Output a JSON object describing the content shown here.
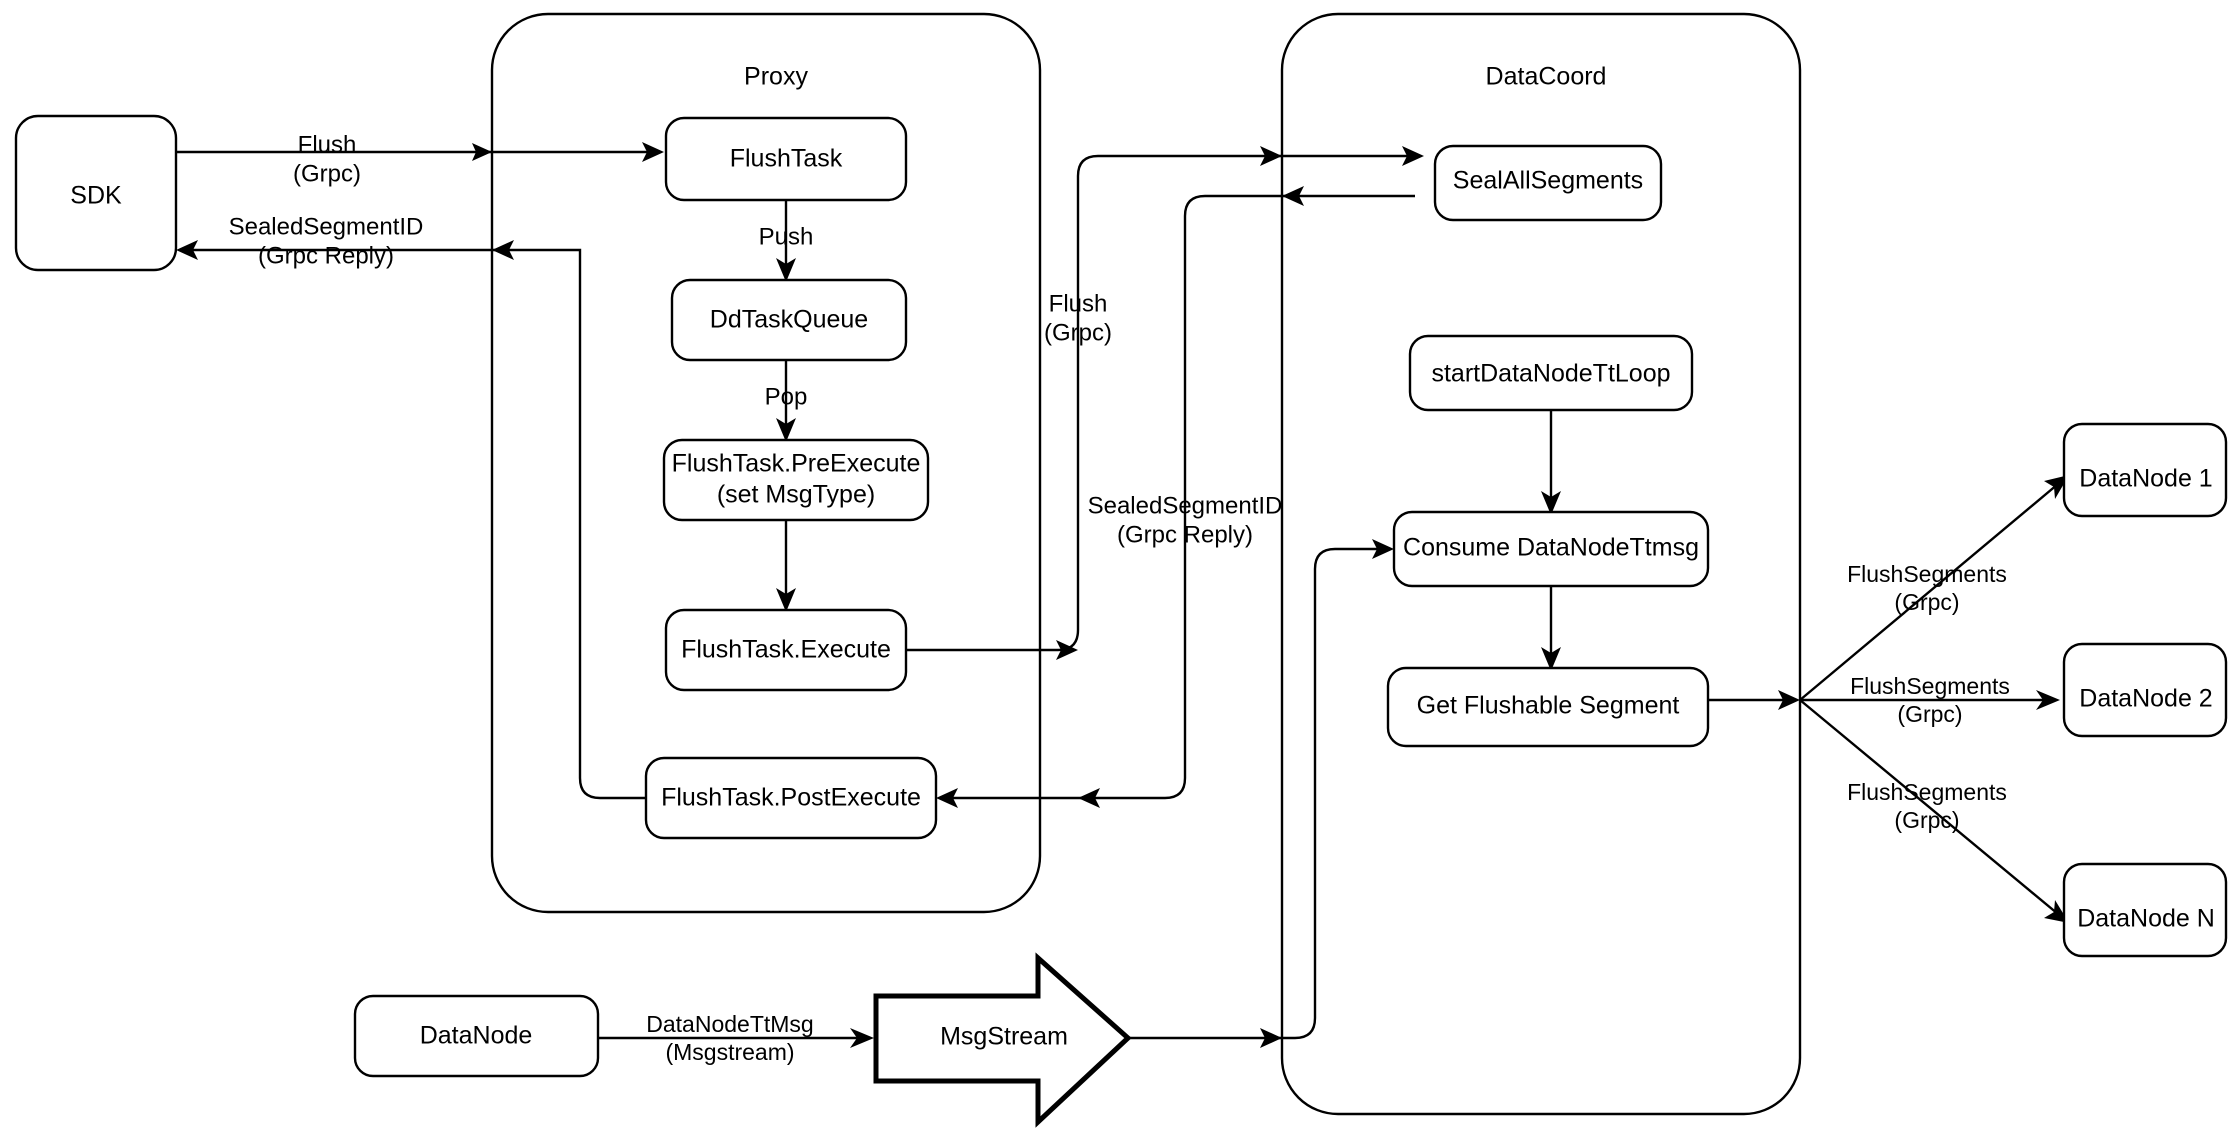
{
  "diagram": {
    "title": "Milvus Flush Sequence Architecture",
    "stroke_color": "#000000",
    "fill_color": "#ffffff",
    "background": "#ffffff"
  },
  "groups": {
    "proxy": {
      "label": "Proxy"
    },
    "datacoord": {
      "label": "DataCoord"
    }
  },
  "nodes": {
    "sdk": {
      "label": "SDK"
    },
    "flush_task": {
      "label": "FlushTask"
    },
    "dd_task_queue": {
      "label": "DdTaskQueue"
    },
    "pre_execute_line1": {
      "label": "FlushTask.PreExecute"
    },
    "pre_execute_line2": {
      "label": "(set MsgType)"
    },
    "execute": {
      "label": "FlushTask.Execute"
    },
    "post_execute": {
      "label": "FlushTask.PostExecute"
    },
    "seal_all_segments": {
      "label": "SealAllSegments"
    },
    "start_datanode_tt_loop": {
      "label": "startDataNodeTtLoop"
    },
    "consume_datanode_ttmsg": {
      "label": "Consume DataNodeTtmsg"
    },
    "get_flushable_segment": {
      "label": "Get Flushable Segment"
    },
    "datanode_1": {
      "label": "DataNode 1"
    },
    "datanode_2": {
      "label": "DataNode 2"
    },
    "datanode_n": {
      "label": "DataNode N"
    },
    "datanode_source": {
      "label": "DataNode"
    },
    "msgstream": {
      "label": "MsgStream"
    }
  },
  "edge_labels": {
    "sdk_to_proxy_l1": "Flush",
    "sdk_to_proxy_l2": "(Grpc)",
    "proxy_to_sdk_l1": "SealedSegmentID",
    "proxy_to_sdk_l2": "(Grpc Reply)",
    "push": "Push",
    "pop": "Pop",
    "proxy_to_coord_l1": "Flush",
    "proxy_to_coord_l2": "(Grpc)",
    "coord_to_proxy_l1": "SealedSegmentID",
    "coord_to_proxy_l2": "(Grpc Reply)",
    "flush_segments_1_l1": "FlushSegments",
    "flush_segments_1_l2": "(Grpc)",
    "flush_segments_2_l1": "FlushSegments",
    "flush_segments_2_l2": "(Grpc)",
    "flush_segments_n_l1": "FlushSegments",
    "flush_segments_n_l2": "(Grpc)",
    "datanode_ttmsg_l1": "DataNodeTtMsg",
    "datanode_ttmsg_l2": "(Msgstream)"
  }
}
